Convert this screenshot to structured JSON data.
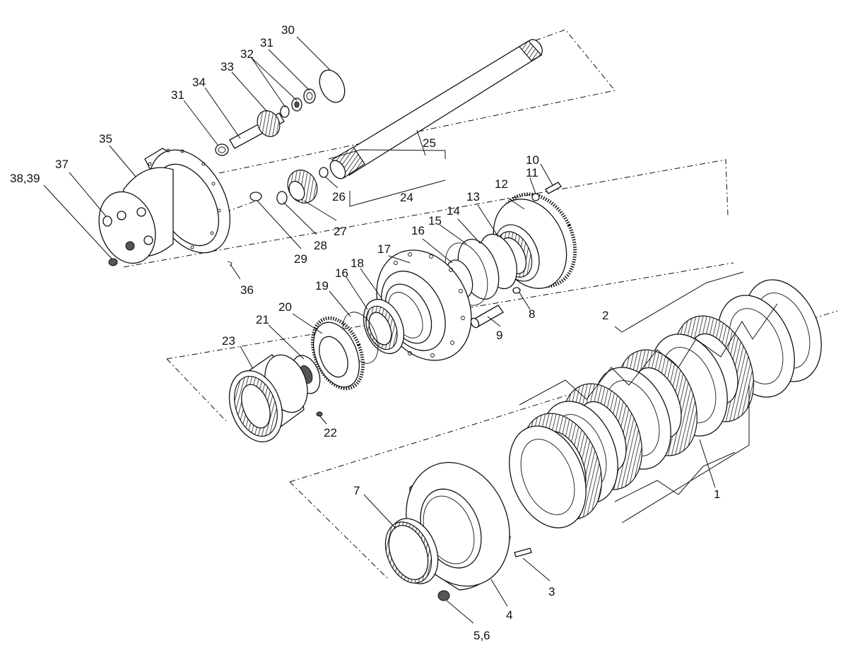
{
  "labels": {
    "l1": "1",
    "l2": "2",
    "l3": "3",
    "l4": "4",
    "l56": "5,6",
    "l7": "7",
    "l8": "8",
    "l9": "9",
    "l10": "10",
    "l11": "11",
    "l12": "12",
    "l13": "13",
    "l14": "14",
    "l15": "15",
    "l16a": "16",
    "l16b": "16",
    "l17": "17",
    "l18": "18",
    "l19": "19",
    "l20": "20",
    "l21": "21",
    "l22": "22",
    "l23": "23",
    "l24": "24",
    "l25": "25",
    "l26": "26",
    "l27": "27",
    "l28": "28",
    "l29": "29",
    "l30": "30",
    "l31a": "31",
    "l31b": "31",
    "l32": "32",
    "l33": "33",
    "l34": "34",
    "l35": "35",
    "l36": "36",
    "l37": "37",
    "l3839": "38,39"
  }
}
